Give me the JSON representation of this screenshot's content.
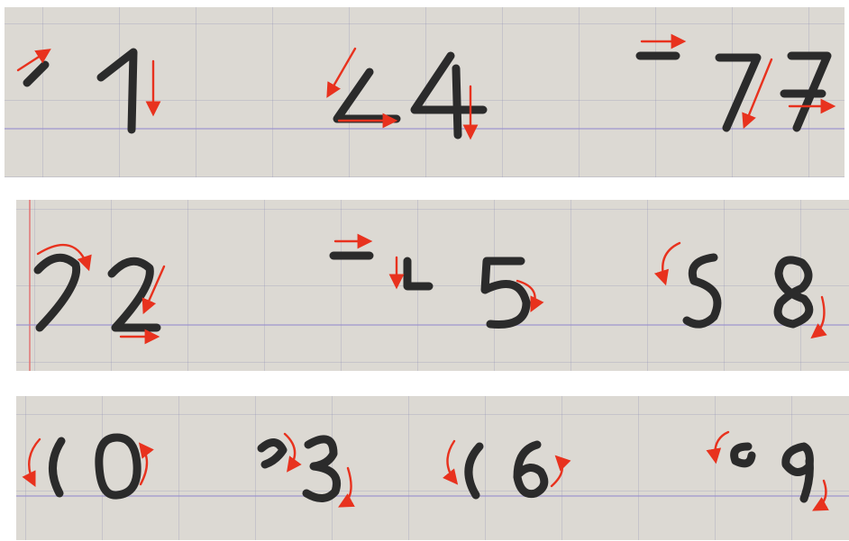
{
  "photo": {
    "rows": [
      {
        "name": "row-1",
        "digits": [
          "1",
          "4",
          "7"
        ]
      },
      {
        "name": "row-2",
        "digits": [
          "2",
          "5",
          "8"
        ]
      },
      {
        "name": "row-3",
        "digits": [
          "0",
          "3",
          "6",
          "9"
        ]
      }
    ]
  },
  "colors": {
    "paper": "#dcd9d3",
    "grid": "#8a8fb8",
    "pencil": "#2b2b2b",
    "arrow": "#e8321e"
  }
}
